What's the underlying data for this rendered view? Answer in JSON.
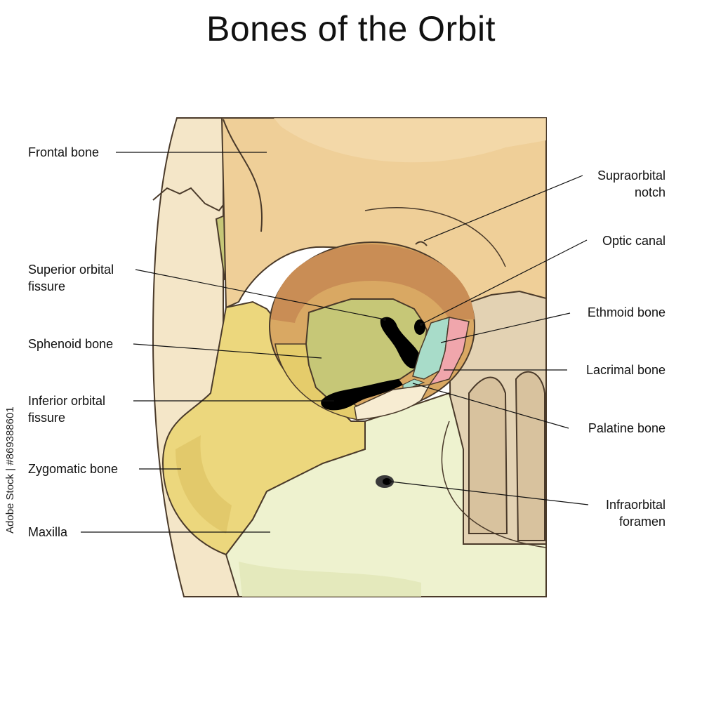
{
  "title": "Bones of the Orbit",
  "labels": {
    "frontal_bone": [
      "Frontal bone"
    ],
    "superior_orbital_fissure": [
      "Superior orbital",
      "fissure"
    ],
    "sphenoid_bone": [
      "Sphenoid bone"
    ],
    "inferior_orbital_fissure": [
      "Inferior orbital",
      "fissure"
    ],
    "zygomatic_bone": [
      "Zygomatic bone"
    ],
    "maxilla": [
      "Maxilla"
    ],
    "supraorbital_notch": [
      "Supraorbital",
      "notch"
    ],
    "optic_canal": [
      "Optic canal"
    ],
    "ethmoid_bone": [
      "Ethmoid bone"
    ],
    "lacrimal_bone": [
      "Lacrimal bone"
    ],
    "palatine_bone": [
      "Palatine bone"
    ],
    "infraorbital_foramen": [
      "Infraorbital",
      "foramen"
    ]
  },
  "watermark": "Adobe Stock | #869388601",
  "colors": {
    "frontal": "#efcf98",
    "frontal_dark": "#d9a863",
    "orbit_roof": "#c98d55",
    "sphenoid": "#c6c777",
    "zygomatic": "#ecd77d",
    "maxilla": "#eef2cf",
    "ethmoid": "#a8dcc9",
    "lacrimal": "#f0a6ac",
    "palatine": "#f7ecd2",
    "nasal": "#e3d2b3",
    "skull_side": "#f4e6c8",
    "outline": "#4a3a2a",
    "fissure": "#000000"
  }
}
